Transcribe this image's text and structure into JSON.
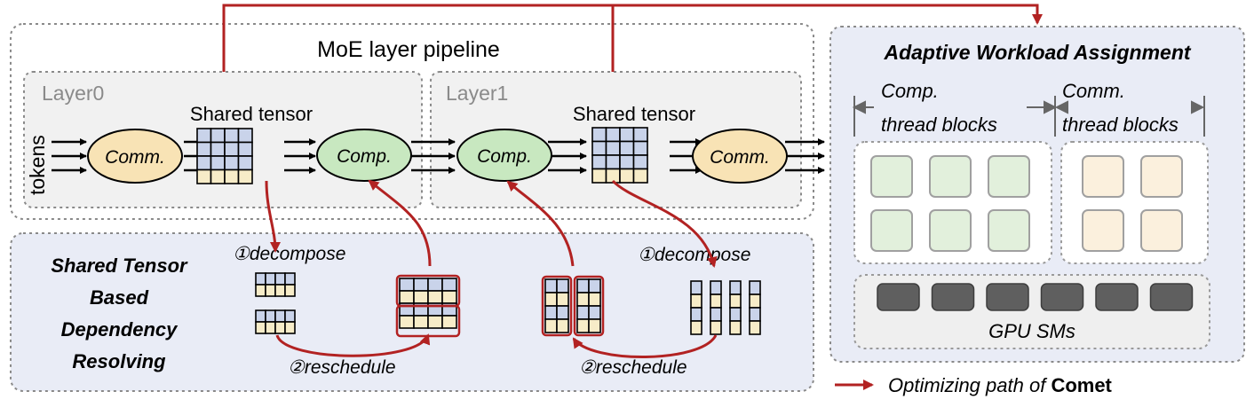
{
  "pipeline": {
    "title": "MoE layer pipeline",
    "layer0": {
      "label": "Layer0",
      "input_label": "tokens",
      "comm_label": "Comm.",
      "tensor_label": "Shared tensor",
      "comp_label": "Comp."
    },
    "layer1": {
      "label": "Layer1",
      "comp_label": "Comp.",
      "tensor_label": "Shared tensor",
      "comm_label": "Comm."
    }
  },
  "resolving": {
    "title_lines": [
      "Shared Tensor",
      "Based",
      "Dependency",
      "Resolving"
    ],
    "left": {
      "decompose": "①decompose",
      "reschedule": "②reschedule"
    },
    "right": {
      "decompose": "①decompose",
      "reschedule": "②reschedule"
    }
  },
  "assignment": {
    "title": "Adaptive Workload Assignment",
    "comp_header": [
      "Comp.",
      "thread blocks"
    ],
    "comm_header": [
      "Comm.",
      "thread blocks"
    ],
    "comp_block_count": 6,
    "comm_block_count": 4,
    "sm_label": "GPU SMs",
    "sm_count": 6
  },
  "legend": {
    "text": "Optimizing path of ",
    "brand": "Comet"
  },
  "colors": {
    "optimizing_path": "#b22222",
    "comm_fill": "#f8e3b5",
    "comp_fill": "#c8e8c0",
    "tensor_row_a": "#c9d3ea",
    "tensor_row_b": "#f7ecc8",
    "panel_fill": "#e9ecf6",
    "layer_fill": "#f1f1f1",
    "sm_fill": "#5f5f5f"
  }
}
